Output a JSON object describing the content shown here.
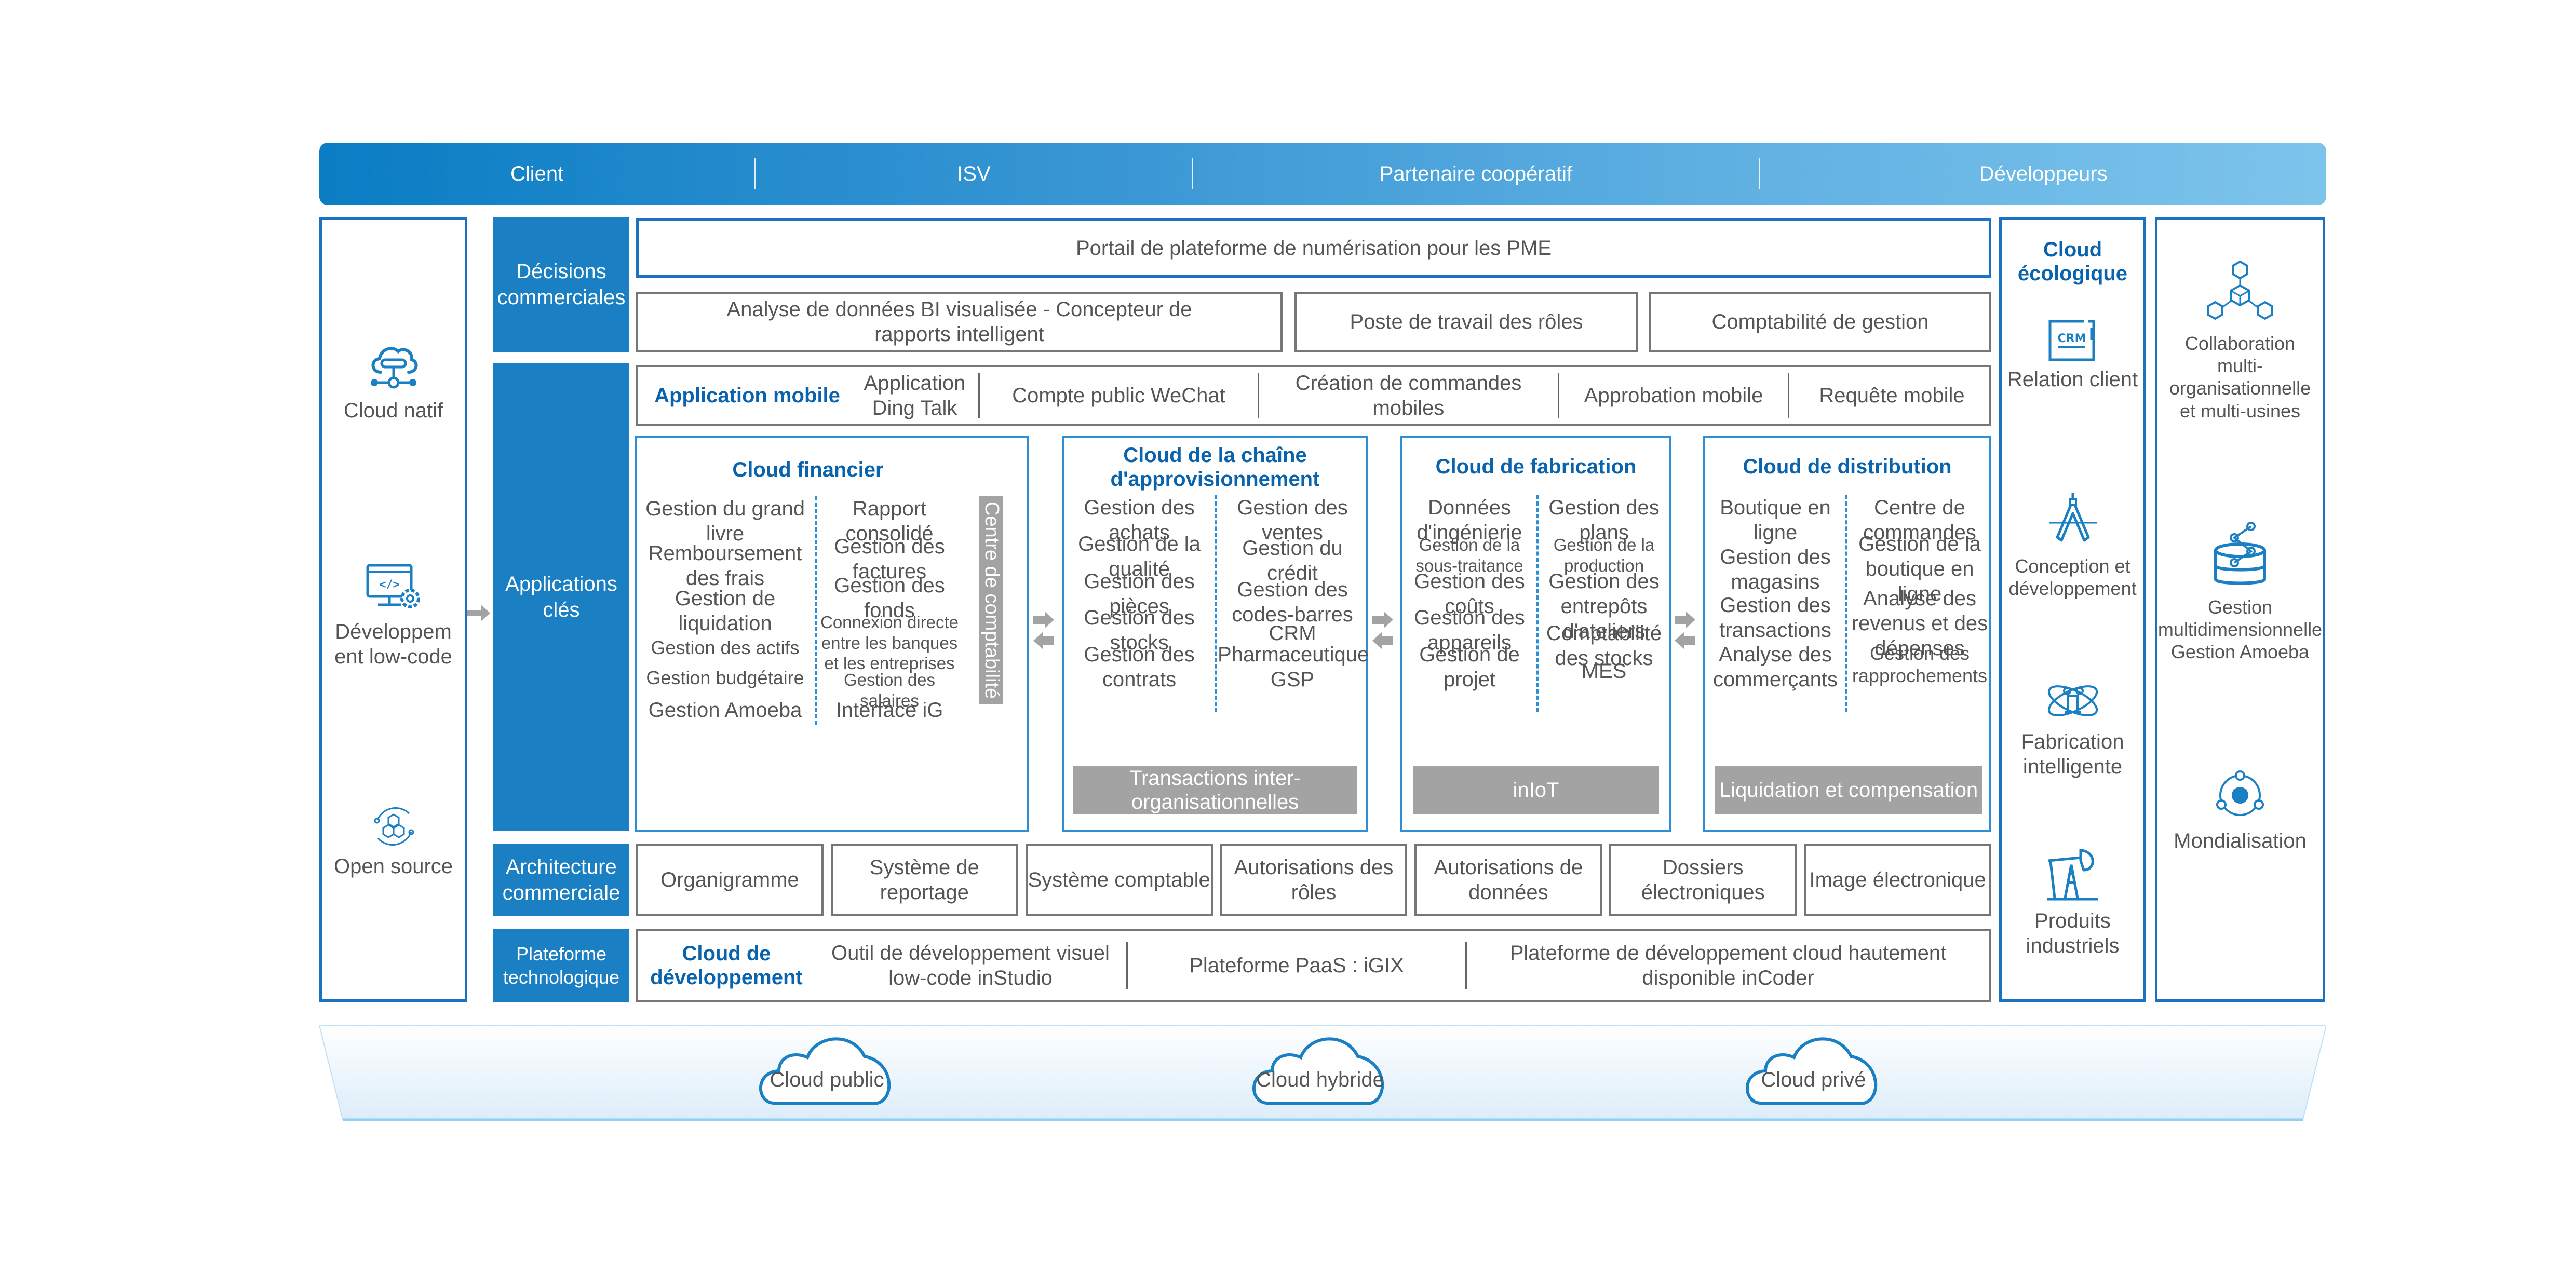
{
  "top_bar": {
    "segments": [
      "Client",
      "ISV",
      "Partenaire coopératif",
      "Développeurs"
    ]
  },
  "left_column": {
    "items": [
      {
        "icon": "cloud-network-icon",
        "label": "Cloud natif"
      },
      {
        "icon": "low-code-monitor-gear-icon",
        "label": "Développem ent low-code"
      },
      {
        "icon": "open-source-hexagons-icon",
        "label": "Open source"
      }
    ]
  },
  "layers": {
    "decisions": {
      "label": "Décisions commerciales",
      "portal": "Portail de plateforme de numérisation pour les PME",
      "items": [
        "Analyse de données BI visualisée - Concepteur de rapports intelligent",
        "Poste de travail des rôles",
        "Comptabilité de gestion"
      ]
    },
    "applications": {
      "label": "Applications clés",
      "mobile": {
        "title": "Application mobile",
        "items": [
          "Application Ding Talk",
          "Compte public WeChat",
          "Création de commandes mobiles",
          "Approbation mobile",
          "Requête mobile"
        ]
      },
      "clouds": [
        {
          "title": "Cloud financier",
          "left": [
            "Gestion du grand livre",
            "Remboursement des frais",
            "Gestion de liquidation",
            "Gestion des actifs",
            "Gestion budgétaire",
            "Gestion Amoeba"
          ],
          "right": [
            "Rapport consolidé",
            "Gestion des factures",
            "Gestion des fonds",
            "Connexion directe entre les banques et les entreprises",
            "Gestion des salaires",
            "Interface iG"
          ],
          "side_bar": "Centre de comptabilité"
        },
        {
          "title": "Cloud de la chaîne d'approvisionnement",
          "left": [
            "Gestion des achats",
            "Gestion de la qualité",
            "Gestion des pièces",
            "Gestion des stocks",
            "Gestion des contrats"
          ],
          "right": [
            "Gestion des ventes",
            "Gestion du crédit",
            "Gestion des codes-barres",
            "CRM",
            "Pharmaceutique GSP"
          ],
          "bottom_bar": "Transactions inter-organisationnelles"
        },
        {
          "title": "Cloud de fabrication",
          "left": [
            "Données d'ingénierie",
            "Gestion de la sous-traitance",
            "Gestion des coûts",
            "Gestion des appareils",
            "Gestion de projet"
          ],
          "right": [
            "Gestion des plans",
            "Gestion de la production",
            "Gestion des entrepôts d'ateliers",
            "Comptabilité des stocks",
            "MES"
          ],
          "bottom_bar": "inIoT"
        },
        {
          "title": "Cloud de distribution",
          "left": [
            "Boutique en ligne",
            "Gestion des magasins",
            "Gestion des transactions",
            "Analyse des commerçants"
          ],
          "right": [
            "Centre de commandes",
            "Gestion de la boutique en ligne",
            "Analyse des revenus et des dépenses",
            "Gestion des rapprochements"
          ],
          "bottom_bar": "Liquidation et compensation"
        }
      ]
    },
    "architecture": {
      "label": "Architecture commerciale",
      "items": [
        "Organigramme",
        "Système de reportage",
        "Système comptable",
        "Autorisations des rôles",
        "Autorisations de données",
        "Dossiers électroniques",
        "Image électronique"
      ]
    },
    "platform": {
      "label": "Plateforme technologique",
      "title": "Cloud de développement",
      "items": [
        "Outil de développement visuel low-code inStudio",
        "Plateforme PaaS : iGIX",
        "Plateforme de développement cloud hautement disponible inCoder"
      ]
    }
  },
  "eco_column": {
    "title": "Cloud écologique",
    "items": [
      {
        "icon": "crm-icon",
        "icon_text": "CRM",
        "label": "Relation client"
      },
      {
        "icon": "compass-drafting-icon",
        "label": "Conception et développement"
      },
      {
        "icon": "robot-arm-orbit-icon",
        "label": "Fabrication intelligente"
      },
      {
        "icon": "oil-pump-icon",
        "label": "Produits industriels"
      }
    ]
  },
  "right_column": {
    "items": [
      {
        "icon": "hexagon-network-icon",
        "label": "Collaboration multi-organisationnelle et multi-usines"
      },
      {
        "icon": "database-graph-icon",
        "label": "Gestion multidimensionnelle Gestion Amoeba"
      },
      {
        "icon": "globe-orbit-icon",
        "label": "Mondialisation"
      }
    ]
  },
  "deployment": {
    "clouds": [
      "Cloud public",
      "Cloud hybride",
      "Cloud privé"
    ]
  },
  "colors": {
    "primary_blue": "#1b7fc3",
    "title_blue": "#0a63ad",
    "grey_bar": "#a3a3a3",
    "text_grey": "#555555"
  }
}
